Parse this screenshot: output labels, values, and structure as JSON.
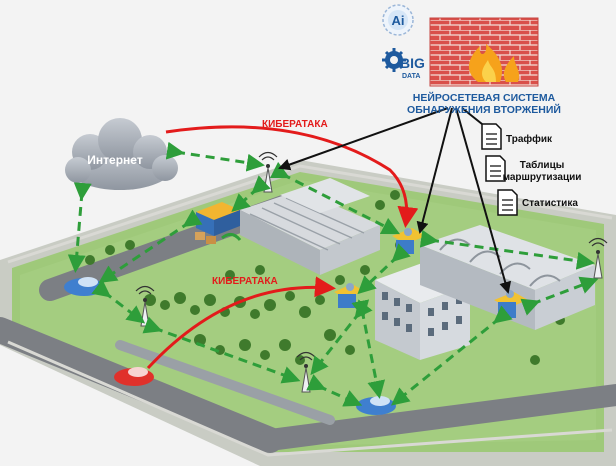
{
  "firewall": {
    "title_line1": "НЕЙРОСЕТЕВАЯ СИСТЕМА",
    "title_line2": "ОБНАРУЖЕНИЯ ВТОРЖЕНИЙ",
    "title_color": "#1e5a9e"
  },
  "badges": {
    "ai_label": "Ai",
    "big_label": "BIG",
    "data_label": "DATA"
  },
  "cloud": {
    "label": "Интернет"
  },
  "attacks": [
    {
      "label": "КИБЕРАТАКА"
    },
    {
      "label": "КИБЕРАТАКА"
    }
  ],
  "data_sources": [
    {
      "label_lines": [
        "Траффик"
      ]
    },
    {
      "label_lines": [
        "Таблицы",
        "маршрутизации"
      ]
    },
    {
      "label_lines": [
        "Статистика"
      ]
    }
  ],
  "colors": {
    "attack": "#e31b1b",
    "link": "#2e9e3a",
    "ground": "#9fc97a",
    "road": "#7c7f84",
    "brick": "#d9504a"
  }
}
